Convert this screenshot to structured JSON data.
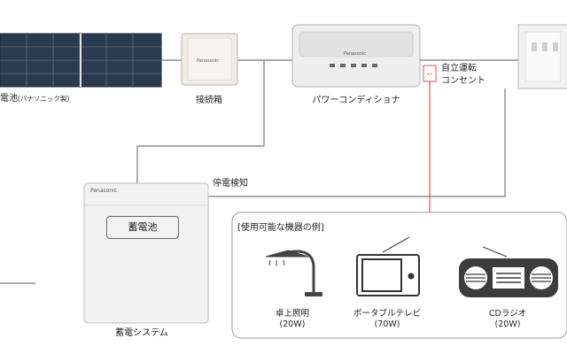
{
  "components": {
    "solar_panel": {
      "label": "電池",
      "sublabel": "(パナソニック製)"
    },
    "junction_box": {
      "label": "接続箱",
      "brand": "Panasonic"
    },
    "power_conditioner": {
      "label": "パワーコンディショナ",
      "brand": "Panasonic"
    },
    "self_outlet": {
      "label_line1": "自立運転",
      "label_line2": "コンセント"
    },
    "storage_system": {
      "label": "蓄電システム",
      "brand": "Panasonic",
      "chip_label": "蓄電池"
    }
  },
  "connections": {
    "outage_detection_label": "停電検知"
  },
  "examples": {
    "title": "[使用可能な機器の例]",
    "devices": [
      {
        "name": "卓上照明",
        "watts": "(20W)",
        "icon": "desk-lamp-icon"
      },
      {
        "name": "ポータブルテレビ",
        "watts": "(70W)",
        "icon": "portable-tv-icon"
      },
      {
        "name": "CDラジオ",
        "watts": "(20W)",
        "icon": "cd-radio-icon"
      }
    ]
  },
  "colors": {
    "line": "#7a7a7a",
    "outlet_line": "#d9534f",
    "panel_dark": "#2c3e50"
  }
}
